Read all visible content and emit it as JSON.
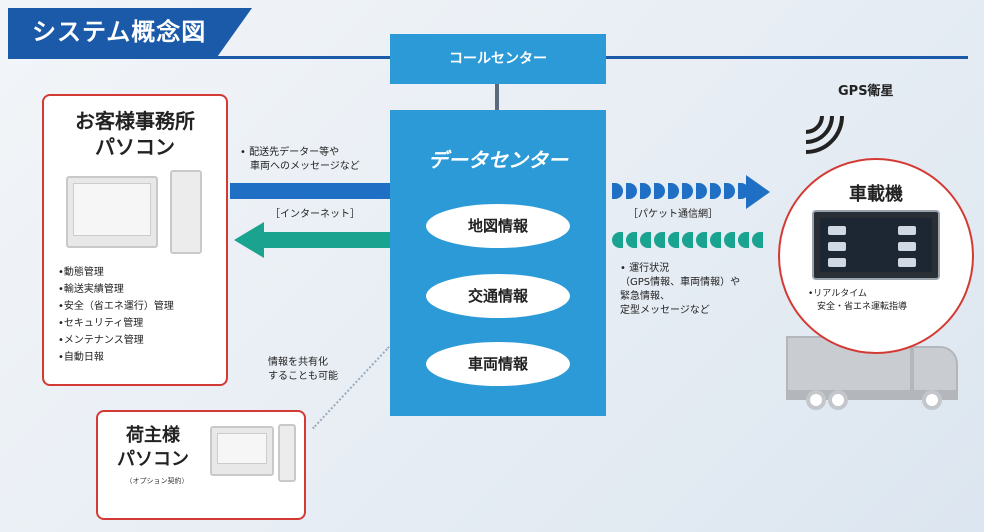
{
  "title": "システム概念図",
  "office": {
    "title_line1": "お客様事務所",
    "title_line2": "パソコン",
    "items": [
      "•動態管理",
      "•輸送実績管理",
      "•安全（省エネ運行）管理",
      "•セキュリティ管理",
      "•メンテナンス管理",
      "•自動日報"
    ]
  },
  "shipper": {
    "title_line1": "荷主様",
    "title_line2": "パソコン",
    "note": "（オプション契約）"
  },
  "shared_note": [
    "情報を共有化",
    "することも可能"
  ],
  "call_center": "コールセンター",
  "data_center": {
    "title": "データセンター",
    "items": [
      "地図情報",
      "交通情報",
      "車両情報"
    ]
  },
  "left_links": {
    "upper_label": [
      "• 配送先データー等や",
      "　車両へのメッセージなど"
    ],
    "internet_label": "［インターネット］"
  },
  "right_links": {
    "packet_label": "［パケット通信網］",
    "lower_label": [
      "• 運行状況",
      "（GPS情報、車両情報）や",
      "緊急情報、",
      "定型メッセージなど"
    ]
  },
  "gps": {
    "label": "GPS衛星"
  },
  "vehicle": {
    "title": "車載機",
    "features": [
      "•リアルタイム",
      "　安全・省エネ運転指導"
    ]
  },
  "colors": {
    "title_bg": "#1a5aa8",
    "datacenter": "#2d9ad8",
    "arrow_blue": "#1f6fc4",
    "arrow_green": "#1aa38e",
    "frame_red": "#d43a34"
  }
}
